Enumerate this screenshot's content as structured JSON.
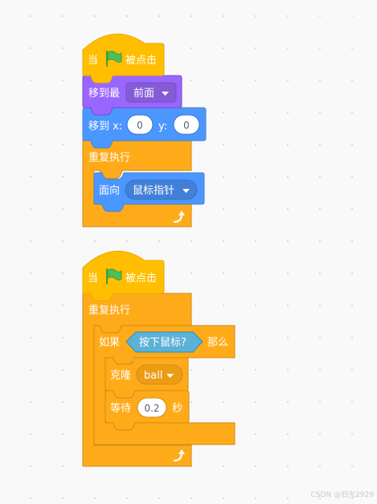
{
  "colors": {
    "events": "#ffbf00",
    "events_border": "#e6ac00",
    "control": "#ffab19",
    "control_border": "#cf8b17",
    "looks": "#9966ff",
    "looks_dark": "#855cd6",
    "motion": "#4c97ff",
    "motion_dark": "#4280d7",
    "sensing": "#5cb1d6",
    "sensing_dark": "#2e8eb8",
    "flag": "#4cbf56"
  },
  "script1": {
    "hat_when": "当",
    "hat_clicked": "被点击",
    "goto_layer_label": "移到最",
    "goto_layer_value": "前面",
    "goto_xy_label": "移到 x:",
    "x_value": "0",
    "y_label": "y:",
    "y_value": "0",
    "forever_label": "重复执行",
    "point_towards_label": "面向",
    "point_towards_value": "鼠标指针"
  },
  "script2": {
    "hat_when": "当",
    "hat_clicked": "被点击",
    "forever_label": "重复执行",
    "if_label": "如果",
    "condition_label": "按下鼠标?",
    "then_label": "那么",
    "clone_label": "克隆",
    "clone_value": "ball",
    "wait_label": "等待",
    "wait_value": "0.2",
    "wait_unit": "秒"
  },
  "watermark": "CSDN @旧光2929"
}
